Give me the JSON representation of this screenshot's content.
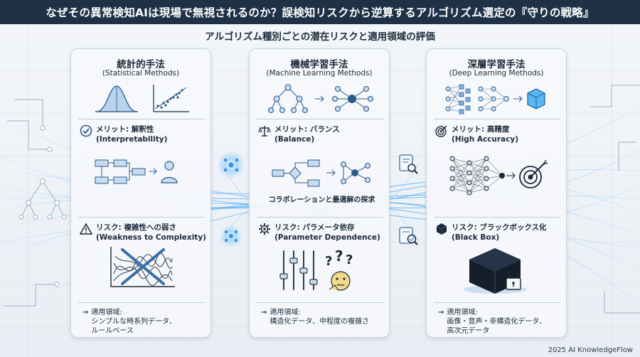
{
  "header": {
    "title": "なぜその異常検知AIは現場で無視されるのか？誤検知リスクから逆算するアルゴリズム選定の『守りの戦略』",
    "subtitle": "アルゴリズム種別ごとの潜在リスクと適用領域の評価"
  },
  "center_label": "コラボレーションと最適解の探求",
  "footer": "2025 AI KnowledgeFlow",
  "colors": {
    "title_bar": "#1e3147",
    "accent_blue": "#4d8fd6",
    "glow_blue": "#5fb8ff",
    "dark_navy": "#1b2a3a"
  },
  "cards": [
    {
      "title": "統計的手法",
      "subtitle": "(Statistical Methods)",
      "merit_icon": "check-circle-icon",
      "merit_line1": "メリット: 解釈性",
      "merit_line2": "(Interpretability)",
      "risk_icon": "warning-triangle-icon",
      "risk_line1": "リスク: 複雑性への弱さ",
      "risk_line2": "(Weakness to Complexity)",
      "apply_label": "適用領域:",
      "apply_line1": "シンプルな時系列データ、",
      "apply_line2": "ルールベース"
    },
    {
      "title": "機械学習手法",
      "subtitle": "(Machine Learning Methods)",
      "merit_icon": "balance-scale-icon",
      "merit_line1": "メリット: バランス",
      "merit_line2": "(Balance)",
      "risk_icon": "gear-icon",
      "risk_line1": "リスク: パラメータ依存",
      "risk_line2": "(Parameter Dependence)",
      "apply_label": "適用領域:",
      "apply_line1": "構造化データ、中程度の複雑さ",
      "apply_line2": ""
    },
    {
      "title": "深層学習手法",
      "subtitle": "(Deep Learning Methods)",
      "merit_icon": "target-icon",
      "merit_line1": "メリット: 高精度",
      "merit_line2": "(High Accuracy)",
      "risk_icon": "black-cube-icon",
      "risk_line1": "リスク: ブラックボックス化",
      "risk_line2": "(Black Box)",
      "apply_label": "適用領域:",
      "apply_line1": "画像・音声・非構造化データ、",
      "apply_line2": "高次元データ"
    }
  ]
}
